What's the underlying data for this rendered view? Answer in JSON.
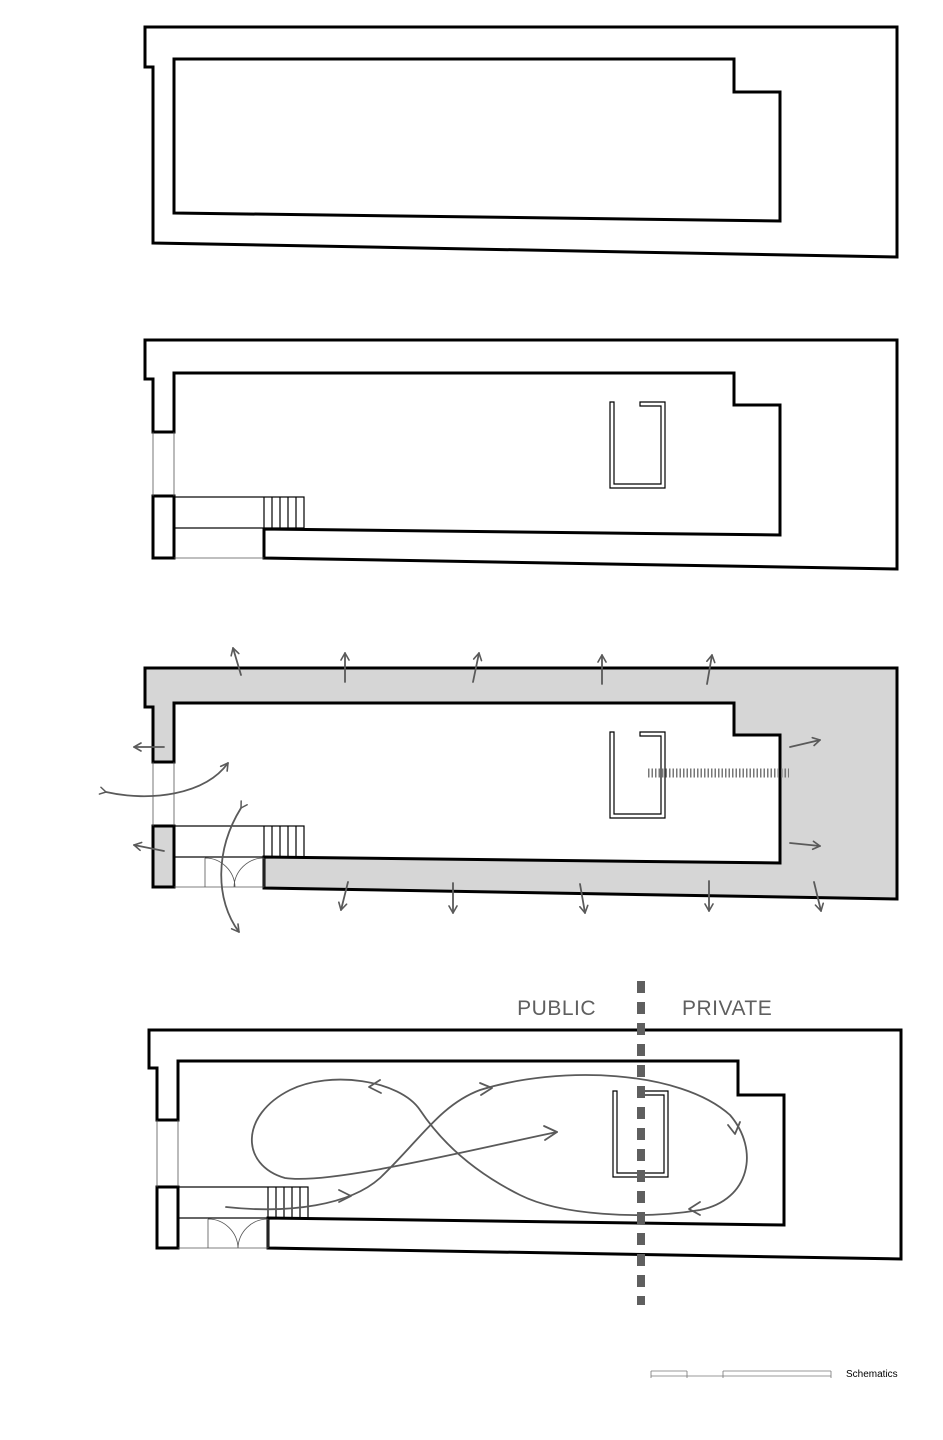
{
  "labels": {
    "public": "PUBLIC",
    "private": "PRIVATE",
    "scale_caption": "Schematics"
  },
  "colors": {
    "wall_fill": "#d6d6d6",
    "arrow": "#5a5a5a",
    "divider": "#5f5f5f"
  },
  "diagrams": [
    {
      "stage": 1,
      "content": "empty volume"
    },
    {
      "stage": 2,
      "content": "entrance, stair and core"
    },
    {
      "stage": 3,
      "content": "expansion arrows, shaded perimeter"
    },
    {
      "stage": 4,
      "content": "figure-eight circulation, public/private split"
    }
  ]
}
